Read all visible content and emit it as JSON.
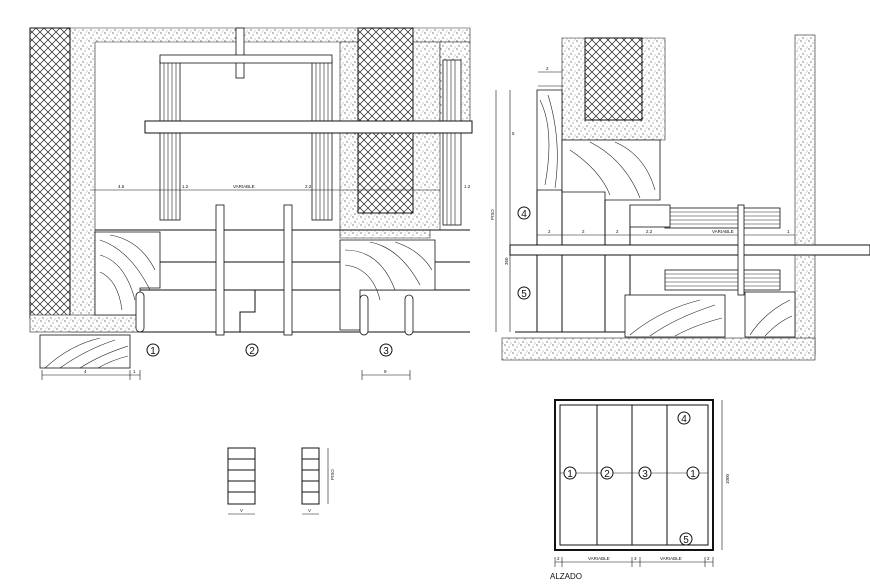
{
  "plan_section": {
    "dims": {
      "d_4_5": "4.5",
      "d_1_2": "1.2",
      "variable": "VARIABLE",
      "d_2_2": "2.2",
      "d_1_2b": "1.2",
      "bottom_left": "4",
      "bottom_left_small": "1",
      "bottom_right": "9"
    },
    "callouts": [
      "1",
      "2",
      "3"
    ]
  },
  "right_section": {
    "dims": {
      "top_small": "2",
      "vertical_top": "5",
      "vertical_total": "PISO",
      "vertical_lower": "350",
      "row_a": "2",
      "row_b": "2",
      "row_c": "2",
      "row_d": "2.2",
      "row_var": "VARIABLE",
      "row_end": "1"
    },
    "callouts": [
      "4",
      "5"
    ]
  },
  "small_details": {
    "left_dim": "V",
    "right_dim_bottom": "V",
    "right_dim_side": "PISO"
  },
  "elevation": {
    "title": "ALZADO",
    "callouts": [
      "1",
      "2",
      "3",
      "1",
      "4",
      "5"
    ],
    "side_dim": "1000",
    "bottom_dims": [
      "2",
      "VARIABLE",
      "3",
      "VARIABLE",
      "2"
    ]
  }
}
